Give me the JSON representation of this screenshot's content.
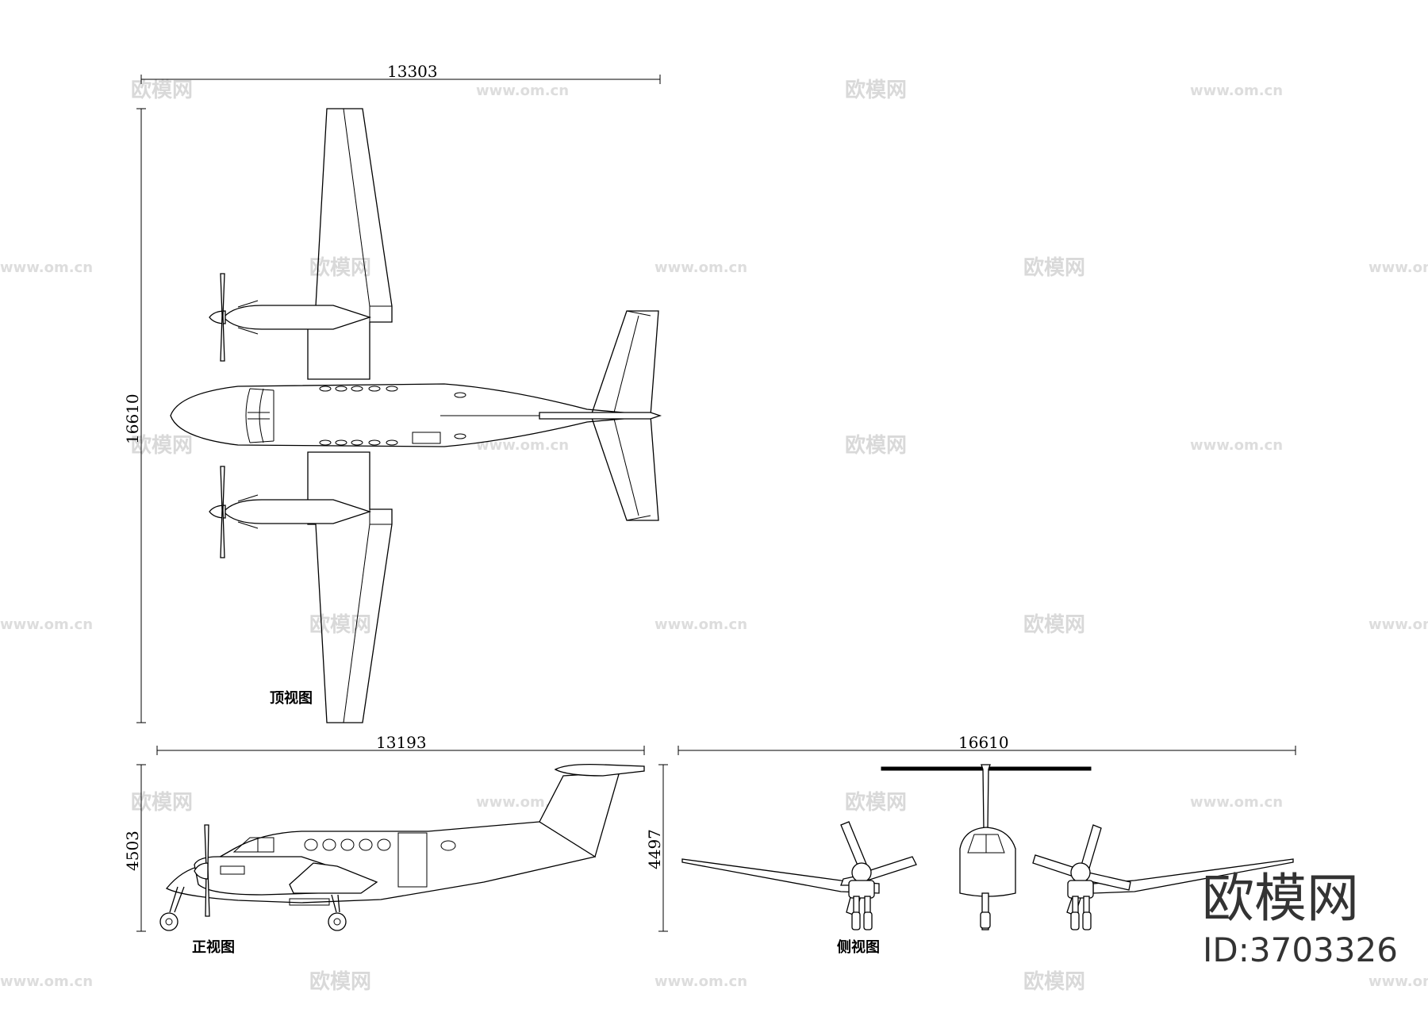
{
  "dimensions": {
    "top_width": "13303",
    "top_height": "16610",
    "front_width": "13193",
    "front_height": "4503",
    "side_width": "16610",
    "side_height": "4497"
  },
  "labels": {
    "top_view": "顶视图",
    "front_view": "正视图",
    "side_view": "侧视图"
  },
  "watermark": {
    "cn": "欧模网",
    "url": "www.om.cn"
  },
  "brand": {
    "name": "欧模网",
    "id": "ID:3703326"
  }
}
